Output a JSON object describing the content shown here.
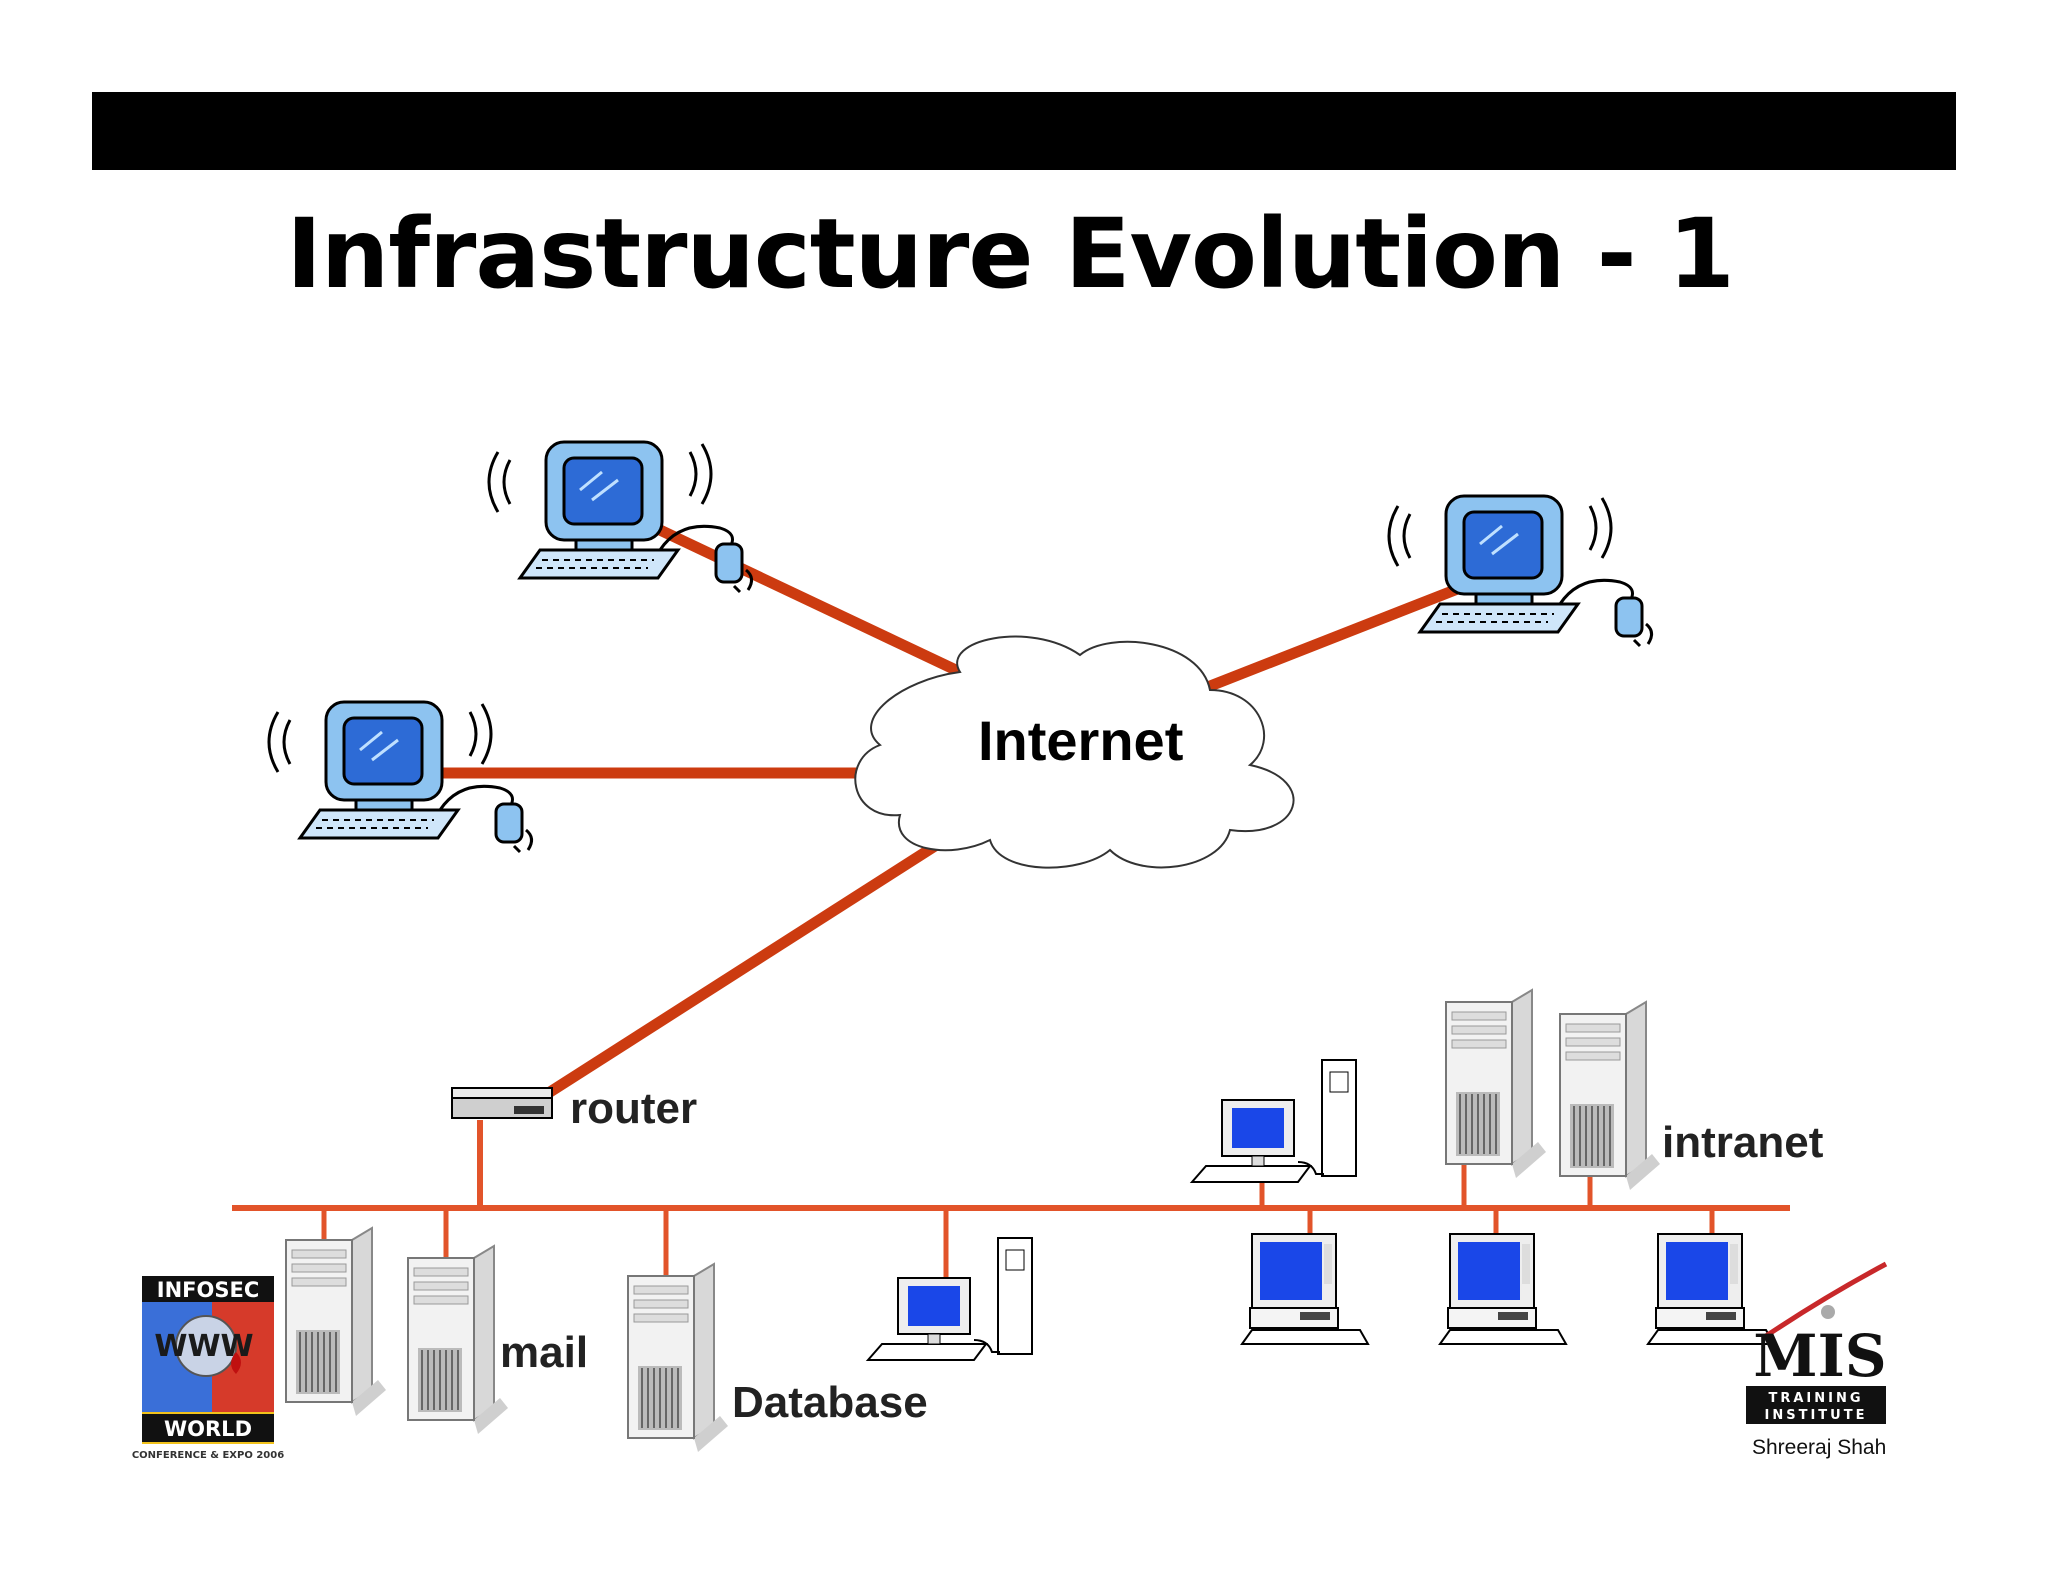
{
  "slide": {
    "title": "Infrastructure Evolution - 1"
  },
  "diagram": {
    "cloud_label": "Internet",
    "router_label": "router",
    "intranet_label": "intranet",
    "mail_label": "mail",
    "database_label": "Database"
  },
  "footer": {
    "left_logo_text": "INFOSEC WWW WORLD CONFERENCE & EXPO 2006",
    "right_logo_text": "MIS TRAINING INSTITUTE",
    "author": "Shreeraj Shah"
  },
  "colors": {
    "link": "#cc3b10",
    "lan": "#e2542a",
    "screen": "#2d6bd6",
    "pc_body": "#8dc3f0"
  }
}
